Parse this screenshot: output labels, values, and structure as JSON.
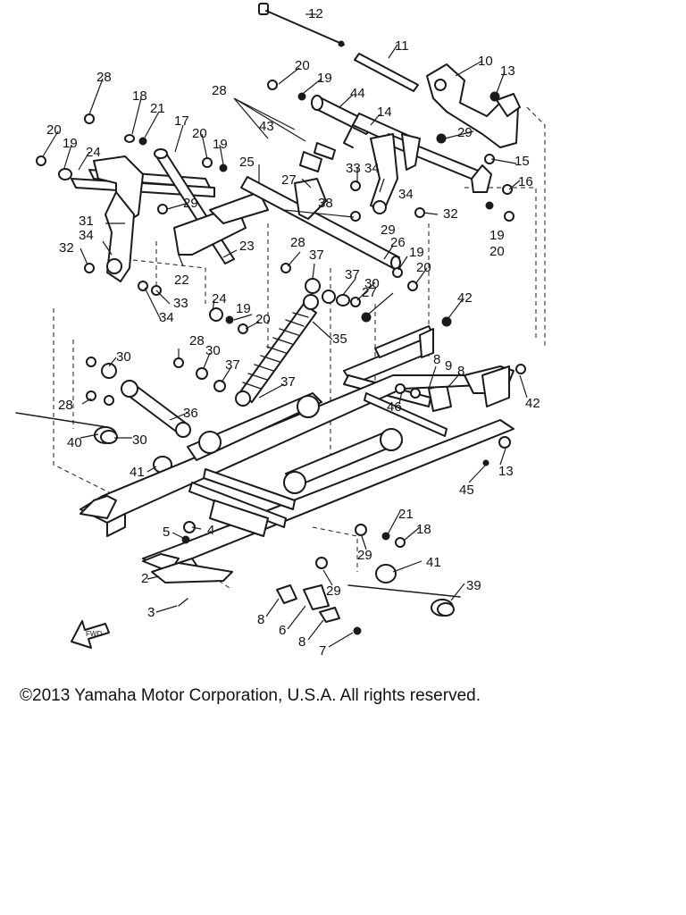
{
  "copyright": "©2013 Yamaha Motor Corporation, U.S.A. All rights reserved.",
  "front_marker_text": "FWD",
  "callouts": [
    "2",
    "3",
    "4",
    "5",
    "6",
    "7",
    "8",
    "9",
    "10",
    "11",
    "12",
    "13",
    "14",
    "15",
    "16",
    "17",
    "18",
    "19",
    "20",
    "21",
    "22",
    "23",
    "24",
    "25",
    "26",
    "27",
    "28",
    "29",
    "30",
    "31",
    "32",
    "33",
    "34",
    "35",
    "36",
    "37",
    "38",
    "39",
    "40",
    "41",
    "42",
    "43",
    "44",
    "45",
    "46"
  ]
}
